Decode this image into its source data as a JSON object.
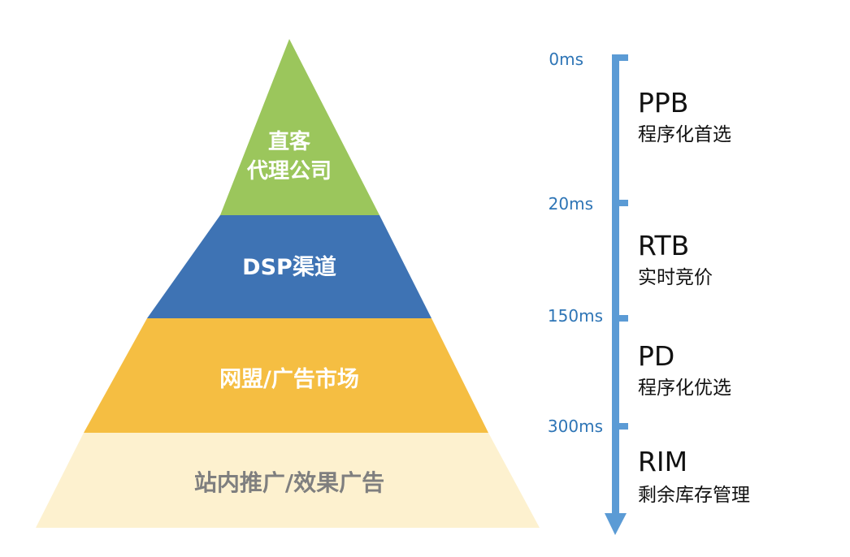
{
  "pyramid": {
    "tiers": [
      {
        "lines": [
          "直客",
          "代理公司"
        ],
        "color": "#9BC65C",
        "text_color": "#ffffff"
      },
      {
        "lines": [
          "DSP渠道"
        ],
        "color": "#3E73B4",
        "text_color": "#ffffff"
      },
      {
        "lines": [
          "网盟/广告市场"
        ],
        "color": "#F5BE42",
        "text_color": "#ffffff"
      },
      {
        "lines": [
          "站内推广/效果广告"
        ],
        "color": "#FDF1CF",
        "text_color": "#7F7F7F"
      }
    ]
  },
  "timeline": {
    "color": "#5B9BD5",
    "tick_label_color": "#2E75B6",
    "ticks": [
      "0ms",
      "20ms",
      "150ms",
      "300ms"
    ],
    "segments": [
      {
        "code": "PPB",
        "desc": "程序化首选"
      },
      {
        "code": "RTB",
        "desc": "实时竞价"
      },
      {
        "code": "PD",
        "desc": "程序化优选"
      },
      {
        "code": "RIM",
        "desc": "剩余库存管理"
      }
    ]
  }
}
